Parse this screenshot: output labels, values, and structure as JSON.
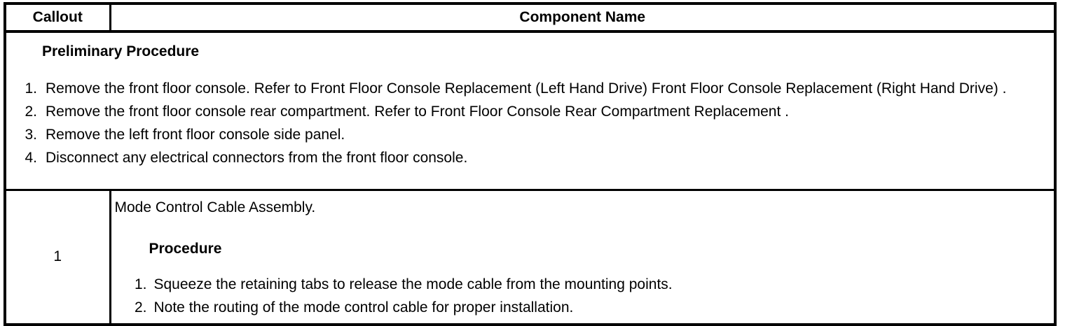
{
  "document": {
    "header": {
      "callout_label": "Callout",
      "component_label": "Component Name"
    },
    "preliminary": {
      "title": "Preliminary Procedure",
      "steps": [
        {
          "num": "1.",
          "text": "Remove the front floor console. Refer to Front Floor Console Replacement (Left Hand Drive) Front Floor Console Replacement (Right Hand Drive) ."
        },
        {
          "num": "2.",
          "text": "Remove the front floor console rear compartment. Refer to Front Floor Console Rear Compartment Replacement ."
        },
        {
          "num": "3.",
          "text": "Remove the left front floor console side panel."
        },
        {
          "num": "4.",
          "text": "Disconnect any electrical connectors from the front floor console."
        }
      ]
    },
    "component_row": {
      "callout": "1",
      "component_name": "Mode Control Cable Assembly.",
      "procedure_title": "Procedure",
      "steps": [
        {
          "num": "1.",
          "text": "Squeeze the retaining tabs to release the mode cable from the mounting points."
        },
        {
          "num": "2.",
          "text": "Note the routing of the mode control cable for proper installation."
        }
      ]
    },
    "colors": {
      "border": "#000000",
      "text": "#000000",
      "background": "#ffffff"
    }
  }
}
